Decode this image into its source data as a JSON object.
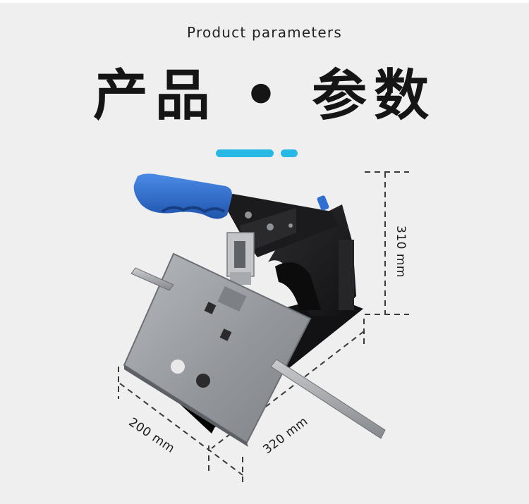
{
  "header": {
    "subtitle": "Product parameters",
    "title": "产品 • 参数"
  },
  "dimensions": {
    "height": "310 mm",
    "depth": "200 mm",
    "width": "320 mm"
  },
  "colors": {
    "accent": "#27b8e6",
    "handle": "#2f6fd1",
    "body": "#1c1c1e",
    "plate": "#9b9ea2",
    "background": "#f0eff0"
  },
  "icons": {
    "product": "saddle-stapler-illustration"
  }
}
